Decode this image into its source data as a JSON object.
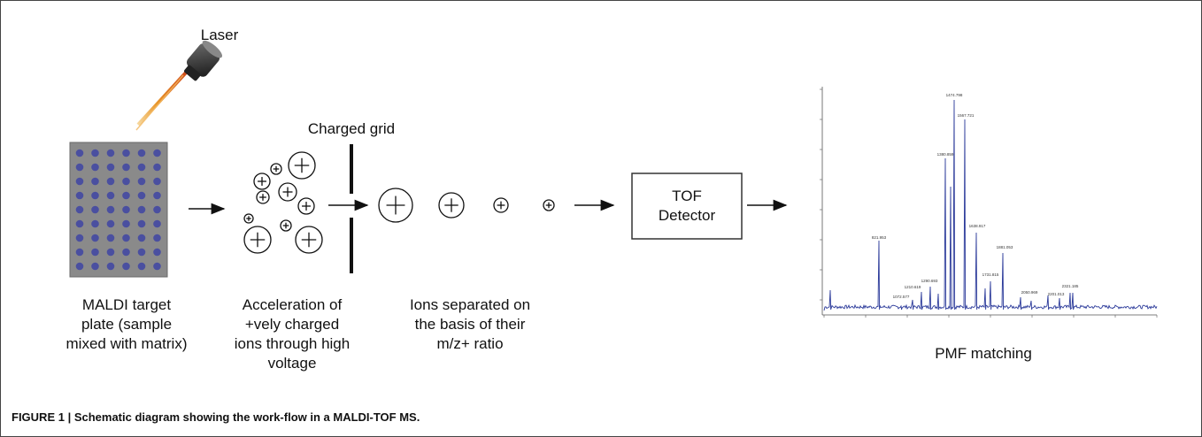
{
  "labels": {
    "laser": "Laser",
    "charged_grid": "Charged grid",
    "tof_line1": "TOF",
    "tof_line2": "Detector"
  },
  "steps": {
    "target_plate": [
      "MALDI target",
      "plate (sample",
      "mixed with matrix)"
    ],
    "acceleration": [
      "Acceleration of",
      "+vely charged",
      "ions through high",
      "voltage"
    ],
    "separation": [
      "Ions separated on",
      "the basis of their",
      "m/z+ ratio"
    ],
    "pmf": [
      "PMF matching"
    ]
  },
  "spectrum": {
    "peak_labels": [
      "821.953",
      "1072.577",
      "1210.619",
      "1290.693",
      "1380.859",
      "1474.798",
      "1567.721",
      "1638.917",
      "1731.815",
      "1881.053",
      "2050.969",
      "2201.013",
      "2321.185"
    ]
  },
  "caption": "FIGURE 1 | Schematic diagram showing the work-flow in a MALDI-TOF MS.",
  "colors": {
    "plate_well": "#4a4fa0",
    "plate_bg": "#8a8a8a",
    "spectrum_line": "#2b3a9a",
    "laser_beam": "#e8962a"
  }
}
